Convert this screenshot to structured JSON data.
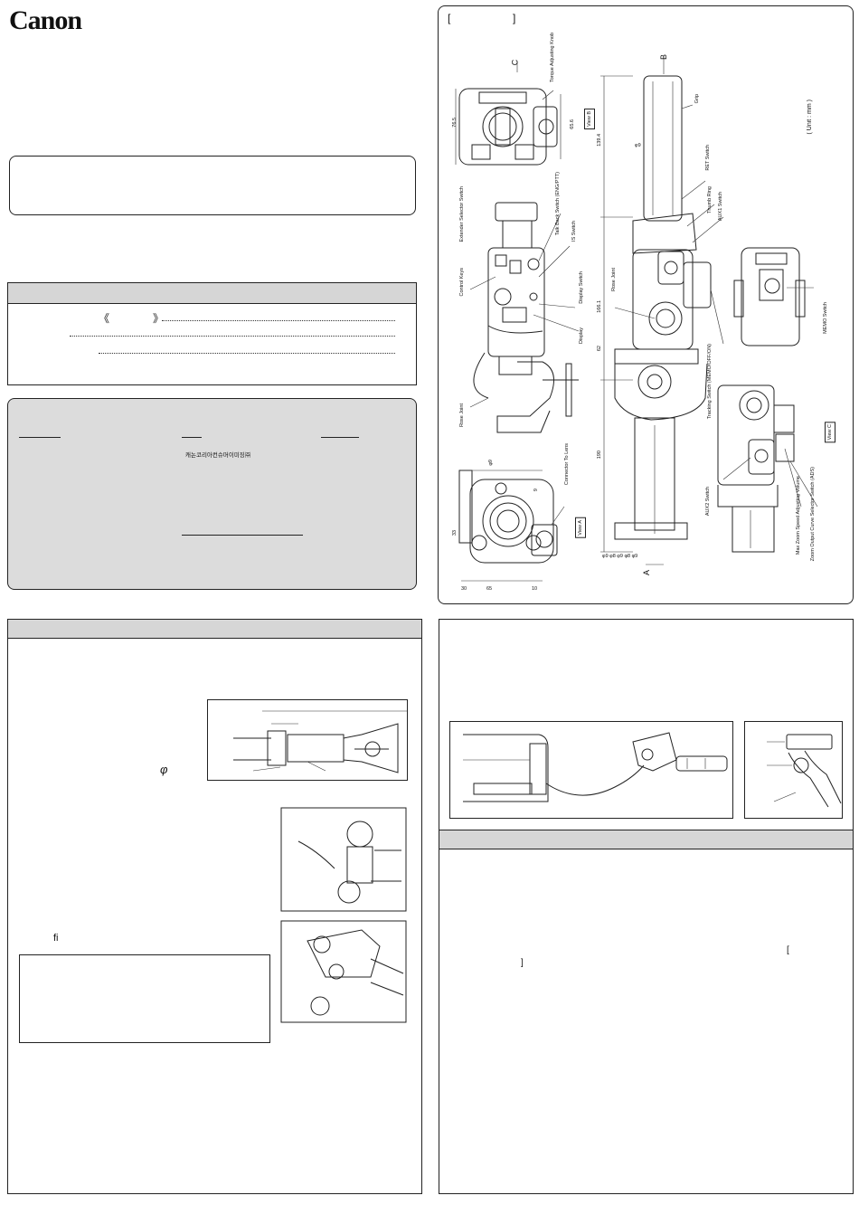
{
  "brand": "Canon",
  "korean_text": "캐논코리아컨슈머이미징㈜",
  "bracket_open": "《",
  "bracket_close": "》",
  "unit": "( Unit : mm )",
  "labels": {
    "torque": "Torque Adjusting Knob",
    "view_b": "View B",
    "view_a": "View A",
    "view_c": "View C",
    "extender": "Extender Selector Switch",
    "talkback": "Talk Back Switch (ENG/PTT)",
    "is_switch": "IS Switch",
    "control_keys": "Control Keys",
    "display_switch": "Display Switch",
    "display": "Display",
    "rose_joint_left": "Rose Joint",
    "connector": "Connector To Lens",
    "grip": "Grip",
    "ret": "RET Switch",
    "thumb": "Thumb Ring",
    "aux1": "AUX1 Switch",
    "rose_joint_right": "Rose Joint",
    "tracking": "Tracking Switch (MEMO/OFF/ON)",
    "memo": "MEMO Switch",
    "aux2": "AUX2 Switch",
    "max_zoom": "Max Zoom Speed Adjusting Volume",
    "zoom_curve": "Zoom Output Curve Selector Switch (ADS)",
    "letter_b": "B",
    "letter_c": "C",
    "letter_a": "A"
  },
  "dims": {
    "d765": "76.5",
    "d656": "65.6",
    "d1394": "139.4",
    "d1661": "166.1",
    "d62": "62",
    "d190": "190",
    "phi_a": "φ9",
    "phi_b": "φ9",
    "d9": "9",
    "d33": "33",
    "phi_bottom": "φ9 φ8 φ9 φ8 φ9",
    "d30": "30",
    "d65": "65",
    "d10": "10"
  },
  "fi_glyph": "fi",
  "phi_glyph": "φ",
  "bracket_left": "[",
  "bracket_right": "]"
}
